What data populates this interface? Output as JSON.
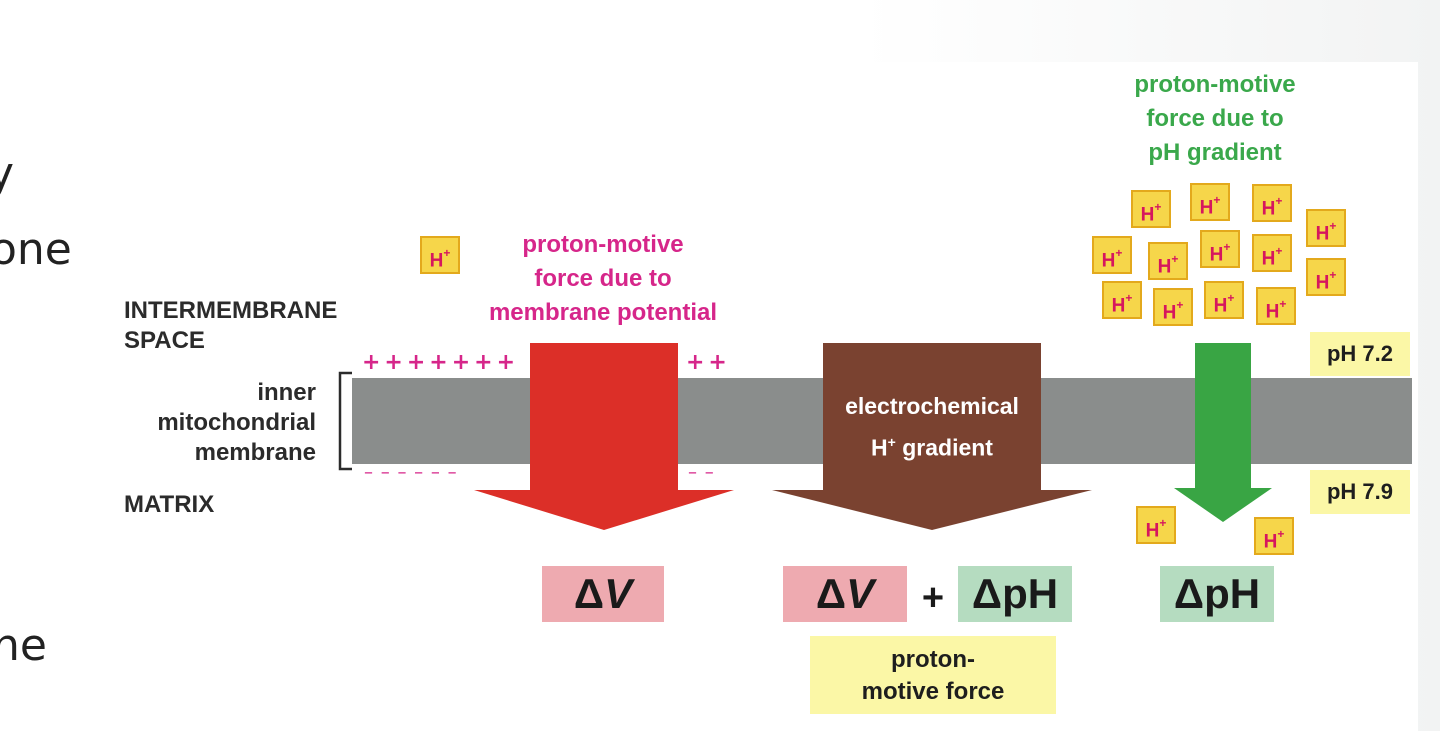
{
  "slide_fragments": [
    "y",
    "one",
    "ne"
  ],
  "labels": {
    "intermembrane": [
      "INTERMEMBRANE",
      "SPACE"
    ],
    "membrane": [
      "inner",
      "mitochondrial",
      "membrane"
    ],
    "matrix": "MATRIX"
  },
  "titles": {
    "membrane_potential": [
      "proton-motive",
      "force due to",
      "membrane potential"
    ],
    "ph_gradient": [
      "proton-motive",
      "force due to",
      "pH gradient"
    ]
  },
  "charges": {
    "top_left": "+++++++",
    "top_right": "++",
    "bottom_left": "– – – – – –",
    "bottom_right": "– –"
  },
  "ph": {
    "top": "pH 7.2",
    "bottom": "pH 7.9"
  },
  "ion": {
    "base": "H",
    "superscript": "+"
  },
  "arrow_labels": {
    "electrochemical_line1": "electrochemical",
    "electrochemical_line2_base": "H",
    "electrochemical_line2_sup": "+",
    "electrochemical_line2_rest": " gradient"
  },
  "equations": {
    "delta_v_1": "ΔV",
    "delta_v_2": "ΔV",
    "plus": "+",
    "delta_ph_1": "ΔpH",
    "delta_ph_2": "ΔpH"
  },
  "pmf_box": [
    "proton-",
    "motive force"
  ],
  "colors": {
    "magenta": "#d6268a",
    "green": "#3aa84b",
    "red_arrow": "#dc2f28",
    "brown_arrow": "#7a4230",
    "green_arrow": "#39a544",
    "membrane_gray": "#8a8d8c",
    "hplus_fill": "#f6d64a",
    "hplus_text": "#d6165e"
  }
}
